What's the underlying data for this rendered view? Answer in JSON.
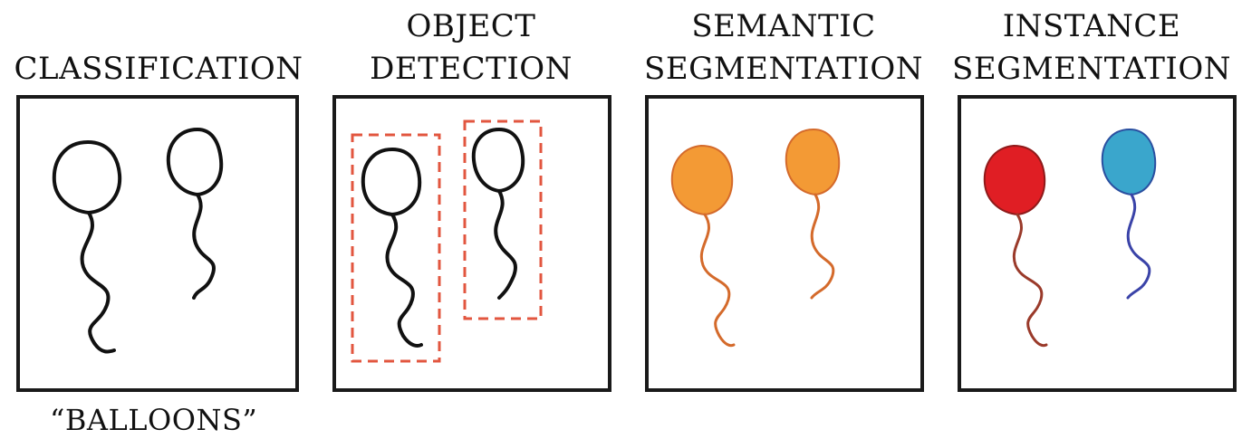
{
  "panels": [
    {
      "title_lines": [
        "",
        "CLASSIFICATION"
      ]
    },
    {
      "title_lines": [
        "OBJECT",
        "DETECTION"
      ]
    },
    {
      "title_lines": [
        "SEMANTIC",
        "SEGMENTATION"
      ]
    },
    {
      "title_lines": [
        "INSTANCE",
        "SEGMENTATION"
      ]
    }
  ],
  "caption": "“BALLOONS”",
  "colors": {
    "outline": "#111111",
    "box_dashed": "#e2563f",
    "semantic_fill": "#f39a35",
    "semantic_stroke": "#d46a2b",
    "instance_red_fill": "#e01e24",
    "instance_red_string": "#9a3a2a",
    "instance_blue_fill": "#3aa6cc",
    "instance_blue_string": "#3a43a8"
  }
}
